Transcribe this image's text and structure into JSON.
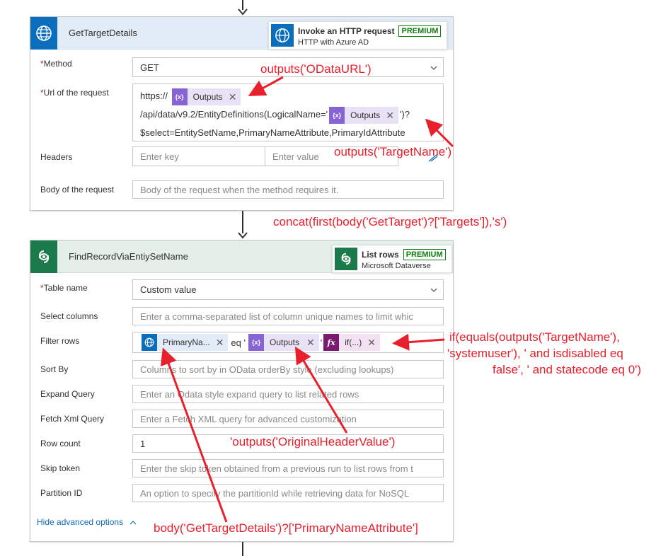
{
  "http_action": {
    "title": "GetTargetDetails",
    "connector": {
      "name": "Invoke an HTTP request",
      "badge": "PREMIUM",
      "subtitle": "HTTP with Azure AD"
    },
    "method": {
      "label": "Method",
      "value": "GET"
    },
    "url": {
      "label": "Url of the request",
      "prefix": "https://",
      "token1": "Outputs",
      "line2": "/api/data/v9.2/EntityDefinitions(LogicalName='",
      "token2": "Outputs",
      "line2_suffix": "')?",
      "line3": "$select=EntitySetName,PrimaryNameAttribute,PrimaryIdAttribute"
    },
    "headers": {
      "label": "Headers",
      "key_placeholder": "Enter key",
      "value_placeholder": "Enter value"
    },
    "body": {
      "label": "Body of the request",
      "placeholder": "Body of the request when the method requires it."
    }
  },
  "list_action": {
    "title": "FindRecordViaEntiySetName",
    "connector": {
      "name": "List rows",
      "badge": "PREMIUM",
      "subtitle": "Microsoft Dataverse"
    },
    "table": {
      "label": "Table name",
      "value": "Custom value"
    },
    "select": {
      "label": "Select columns",
      "placeholder": "Enter a comma-separated list of column unique names to limit whic"
    },
    "filter": {
      "label": "Filter rows",
      "token1": "PrimaryNa...",
      "text1": "eq '",
      "token2": "Outputs",
      "text2": "'",
      "token3": "if(...)"
    },
    "sort": {
      "label": "Sort By",
      "placeholder": "Columns to sort by in OData orderBy style (excluding lookups)"
    },
    "expand": {
      "label": "Expand Query",
      "placeholder": "Enter an Odata style expand query to list related rows"
    },
    "fetch": {
      "label": "Fetch Xml Query",
      "placeholder": "Enter a Fetch XML query for advanced customization"
    },
    "rowcount": {
      "label": "Row count",
      "value": "1"
    },
    "skip": {
      "label": "Skip token",
      "placeholder": "Enter the skip token obtained from a previous run to list rows from t"
    },
    "partition": {
      "label": "Partition ID",
      "placeholder": "An option to specify the partitionId while retrieving data for NoSQL"
    },
    "hide_advanced": "Hide advanced options"
  },
  "annotations": {
    "odata_url": "outputs('ODataURL')",
    "target_name": "outputs('TargetName')",
    "concat": "concat(first(body('GetTarget')?['Targets']),'s')",
    "if_line1": "if(equals(outputs('TargetName'),",
    "if_line2": "'systemuser'), ' and isdisabled eq",
    "if_line3": "false', ' and statecode eq 0')",
    "header_value": "'outputs('OriginalHeaderValue')",
    "primary_name": "body('GetTargetDetails')?['PrimaryNameAttribute']"
  },
  "colors": {
    "annotation": "#e8202c",
    "http_blue": "#0a6ebd",
    "dataverse_green": "#1a7a4c",
    "token_purple": "#8764d6",
    "premium_green": "#107c10"
  }
}
